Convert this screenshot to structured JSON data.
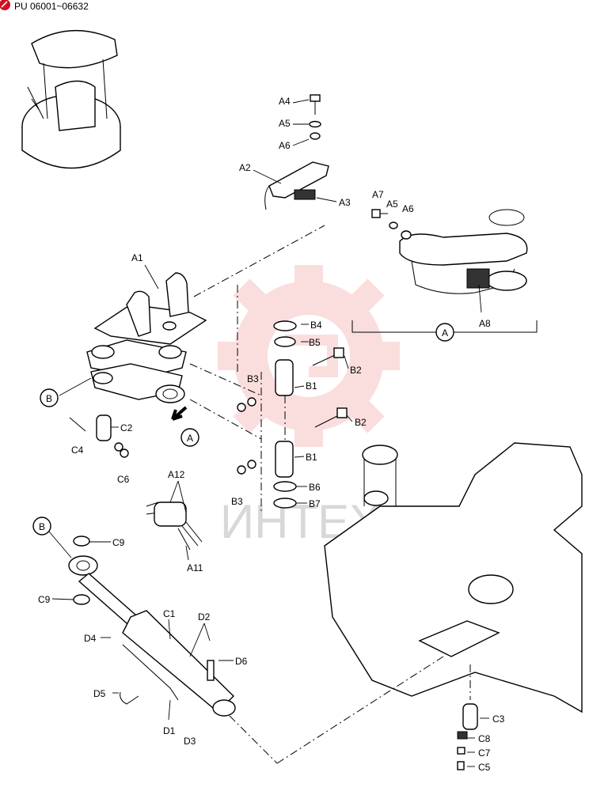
{
  "header": {
    "range": "PU 06001~06632"
  },
  "watermark": {
    "text": "ИНТЕХ",
    "gear_color": "#f4b8b8"
  },
  "labels": {
    "A1": "A1",
    "A2": "A2",
    "A3": "A3",
    "A4": "A4",
    "A5": "A5",
    "A6": "A6",
    "A7": "A7",
    "A5b": "A5",
    "A6b": "A6",
    "A8": "A8",
    "A11": "A11",
    "A12": "A12",
    "B1a": "B1",
    "B1b": "B1",
    "B2a": "B2",
    "B2b": "B2",
    "B3a": "B3",
    "B3b": "B3",
    "B4": "B4",
    "B5": "B5",
    "B6": "B6",
    "B7": "B7",
    "C1": "C1",
    "C2": "C2",
    "C3": "C3",
    "C4": "C4",
    "C5": "C5",
    "C6": "C6",
    "C7": "C7",
    "C8": "C8",
    "C9a": "C9",
    "C9b": "C9",
    "D1": "D1",
    "D2": "D2",
    "D3": "D3",
    "D4": "D4",
    "D5": "D5",
    "D6": "D6"
  },
  "callouts": {
    "A_detail": "A",
    "A_view": "A",
    "B_top": "B",
    "B_cyl": "B"
  }
}
